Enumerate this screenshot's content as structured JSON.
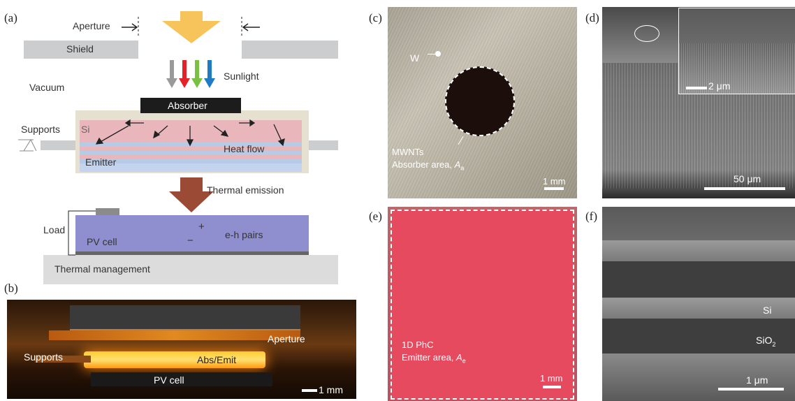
{
  "panels": {
    "a": {
      "label": "(a)",
      "aperture": "Aperture",
      "shield": "Shield",
      "sunlight": "Sunlight",
      "vacuum": "Vacuum",
      "absorber": "Absorber",
      "supports": "Supports",
      "si": "Si",
      "heat_flow": "Heat flow",
      "emitter": "Emitter",
      "thermal_emission": "Thermal emission",
      "load": "Load",
      "pv_cell": "PV cell",
      "eh_pairs": "e-h pairs",
      "plus": "+",
      "minus": "−",
      "thermal_management": "Thermal management",
      "colors": {
        "shield": "#cccdcf",
        "si_layer": "#e9b6bb",
        "emitter_stripe": "#b7cbe6",
        "pv_cell": "#8f8fcf",
        "absorber": "#1c1c1c",
        "arrow_sun": "#f7c45c",
        "arrow_thermal": "#9a4a35"
      }
    },
    "b": {
      "label": "(b)",
      "aperture": "Aperture",
      "supports": "Supports",
      "abs_emit": "Abs/Emit",
      "pv_cell": "PV cell",
      "scale": "1 mm"
    },
    "c": {
      "label": "(c)",
      "w": "W",
      "mwnts": "MWNTs",
      "absorber_area": "Absorber area, ",
      "a_symbol": "A",
      "a_sub": "a",
      "scale": "1 mm"
    },
    "d": {
      "label": "(d)",
      "inset_scale": "2 μm",
      "scale": "50 μm"
    },
    "e": {
      "label": "(e)",
      "phc": "1D PhC",
      "emitter_area": "Emitter area, ",
      "a_symbol": "A",
      "a_sub": "e",
      "scale": "1 mm"
    },
    "f": {
      "label": "(f)",
      "si": "Si",
      "sio2": "SiO",
      "sio2_sub": "2",
      "scale": "1 μm"
    }
  }
}
